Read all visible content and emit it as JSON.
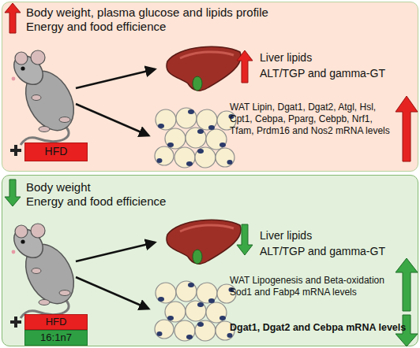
{
  "diagram": {
    "nodes": [
      {
        "text": [
          "Body weight, plasma glucose and lipids profile",
          "Energy and food efficience",
          "Liver lipids",
          "ALT/TGP and gamma-GT",
          "WAT Lipin, Dgat1, Dgat2, Atgl, Hsl, Cpt1, Cebpa, Pparg, Cebpb, Nrf1, Tfam, Prdm16 and Nos2 mRNA levels"
        ]
      },
      {
        "text": [
          "HFD"
        ],
        "in": 0
      },
      {
        "text": [
          "Body weight",
          "Energy and food efficience",
          "Liver lipids",
          "ALT/TGP and gamma-GT",
          "WAT Lipogenesis and Beta-oxidation Sod1 and Fabp4 mRNA levels",
          "Dgat1, Dgat2 and Cebpa mRNA levels"
        ]
      },
      {
        "text": [
          "HFD"
        ],
        "in": 2
      },
      {
        "text": [
          "16:1n7"
        ],
        "in": 2
      }
    ]
  }
}
